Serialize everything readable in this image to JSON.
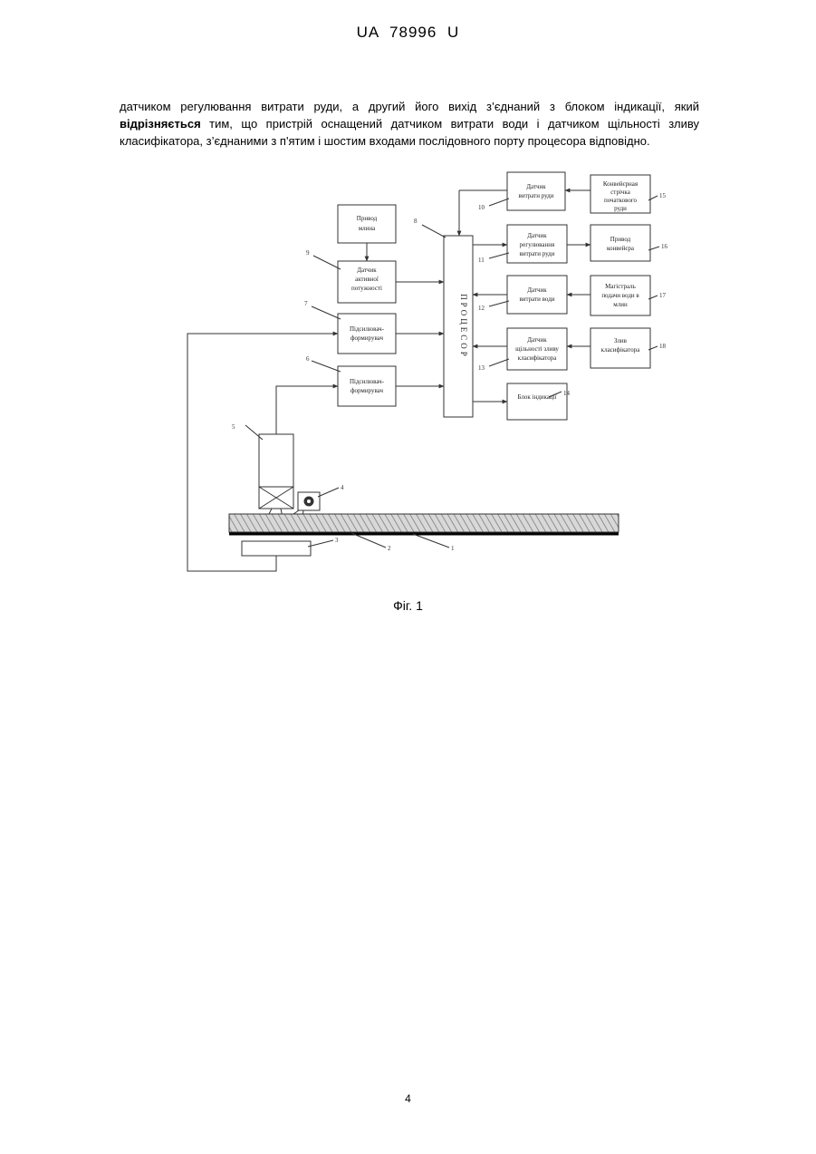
{
  "header": {
    "text": "UA   78996   U"
  },
  "paragraph": {
    "part1": "датчиком регулювання витрати руди, а другий його вихід з’єднаний з блоком індикації, який ",
    "bold": "відрізняється",
    "part2": " тим, що пристрій оснащений датчиком витрати води і датчиком щільності зливу класифікатора, з’єднаними з п'ятим і шостим входами послідовного порту процесора відповідно."
  },
  "figure": {
    "blocks": {
      "b10": [
        "Датчик",
        "витрати руди"
      ],
      "b15": [
        "Конвейєрная",
        "стрічка",
        "початкового",
        "руди"
      ],
      "b11": [
        "Датчик",
        "регулювання",
        "витрати руди"
      ],
      "b16": [
        "Привод",
        "конвейєра"
      ],
      "b12": [
        "Датчик",
        "витрати води"
      ],
      "b17": [
        "Магістраль",
        "подачи води в",
        "млин"
      ],
      "b13": [
        "Датчик",
        "щільності зливу",
        "класифікатора"
      ],
      "b18": [
        "Злив",
        "класифікатора"
      ],
      "b14": [
        "Блок індикації"
      ],
      "b9a": [
        "Привод",
        "млина"
      ],
      "b9": [
        "Датчик",
        "активної",
        "потужності"
      ],
      "b7": [
        "Підсилювач-",
        "формирувач"
      ],
      "b6": [
        "Підсилювач-",
        "формирувач"
      ],
      "processor": "ПРОЦЕСОР"
    },
    "numbers": {
      "n8": "8",
      "n9": "9",
      "n7": "7",
      "n6": "6",
      "n5": "5",
      "n4": "4",
      "n3": "3",
      "n2": "2",
      "n1": "1",
      "n10": "10",
      "n11": "11",
      "n12": "12",
      "n13": "13",
      "n14": "14",
      "n15": "15",
      "n16": "16",
      "n17": "17",
      "n18": "18"
    }
  },
  "caption": "Фіг. 1",
  "page_number": "4"
}
